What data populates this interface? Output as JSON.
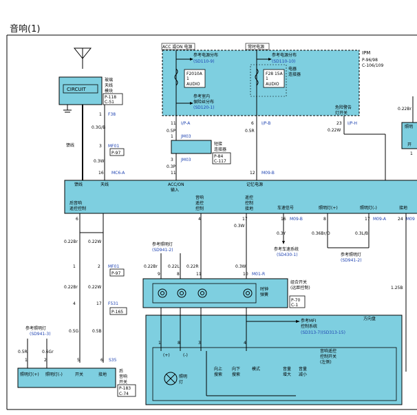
{
  "page": {
    "title": "音响(1)"
  },
  "colors": {
    "box_fill": "#7ecfe0",
    "wire": "#000000",
    "link_blue": "#1a3fb0",
    "sheet_border": "#000000"
  },
  "top": {
    "acc_on_power": "ACC 或ON 电源",
    "always_power": "常时电源",
    "ref_power_dist_1": "参考电源分布",
    "ref_power_dist_1_code": "(SD110-9)",
    "ref_power_dist_2": "参考电源分布",
    "ref_power_dist_2_code": "(SD110-10)",
    "ref_indoor_fuse": "参考室内",
    "ref_indoor_fuse_2": "保险丝分布",
    "ref_indoor_fuse_code": "(SD120-1)",
    "fuse_1_id": "F2010A",
    "fuse_1_amp": "1",
    "fuse_1_label": "AUDIO",
    "fuse_2_id": "F28 15A",
    "fuse_2_amp": "1",
    "fuse_2_label": "AUDIO",
    "elec_connector": "电器",
    "elec_connector_2": "连接器",
    "ipm_label": "IPM",
    "ipm_code_1": "P-96/98",
    "ipm_code_2": "C-106/109",
    "hazard_label_1": "危险警告",
    "hazard_label_2": "灯开关"
  },
  "antenna": {
    "module_label": "CIRCUIT",
    "module_desc_1": "玻璃",
    "module_desc_2": "天线",
    "module_desc_3": "模块",
    "module_code_1": "P-118",
    "module_code_2": "C-51",
    "pin_1": "1",
    "conn_f38": "F38",
    "wire_1": "0.3G/B",
    "pin_3": "3",
    "conn_mf01": "MF01",
    "conn_p97": "P-97",
    "wire_2": "0.3W",
    "shield_label": "馈线",
    "pin_16": "16",
    "conn_mc6a": "MC6-A"
  },
  "jm": {
    "pin_11": "11",
    "conn_ipa": "I/P-A",
    "wire_05p": "0.5P",
    "pin_1": "1",
    "conn_jm03": "JM03",
    "short_conn_1": "短接",
    "short_conn_2": "连接器",
    "short_code_1": "P-84",
    "short_code_2": "C-117",
    "pin_3": "3",
    "conn_jm03_b": "JM03",
    "wire_03p": "0.3P",
    "pin_11b": "11",
    "pin_6": "6",
    "conn_ipb": "I/P-B",
    "wire_05r": "0.5R",
    "pin_12": "12",
    "conn_m09b": "M09-B",
    "pin_23": "23",
    "conn_iph": "I/P-H",
    "wire_022w": "0.22W"
  },
  "right_edge": {
    "wire_022br": "0.22Br",
    "pin_1": "1",
    "label_1": "照明",
    "label_2": "开"
  },
  "head_unit": {
    "pins_top": [
      "馈线",
      "天线",
      "ACC/ON",
      "输入",
      "记忆电源"
    ],
    "label_rear_1": "后音响",
    "label_rear_2": "遥控控制",
    "label_audio_1": "音响",
    "label_audio_2": "遥控",
    "label_audio_3": "控制",
    "label_remote_1": "遥控",
    "label_remote_2": "控制",
    "label_remote_3": "接地",
    "label_speed": "车速信号",
    "label_light_p": "照明灯(+)",
    "label_light_n": "照明灯(-)",
    "label_gnd": "接地",
    "pin_6": "6",
    "pin_4": "4",
    "pin_17": "17",
    "pin_16": "16",
    "conn_m09b": "M09-B",
    "pin_8": "8",
    "pin_17b": "17",
    "conn_m09a": "M09-A",
    "pin_24": "24",
    "conn_m09": "M09"
  },
  "mid": {
    "wire_03w_a": "0.3W",
    "wire_03y": "0.3Y",
    "wire_036bro": "0.36Br/O",
    "wire_03lb": "0.3L/B",
    "ref_speed": "参考车速系统",
    "ref_speed_code": "(SD430-1)",
    "ref_light_b": "参考照明灯",
    "ref_light_b_code": "(SD941-2)",
    "ref_light_a": "参考照明灯",
    "ref_light_a_code": "(SD941-2)",
    "wire_022br_l": "0.22Br",
    "wire_022w_l": "0.22W",
    "pin_1l": "1",
    "pin_2l": "2",
    "conn_mf01": "MF01",
    "conn_p97": "P-97",
    "wire_022br_2": "0.22Br",
    "wire_022w_2": "0.22W",
    "pin_4l": "4",
    "pin_17l": "17",
    "conn_f531": "F531",
    "conn_p165": "P-165",
    "wire_05g": "0.5G",
    "wire_05b": "0.5B",
    "clock_wires": [
      "0.22Br",
      "0.22L",
      "0.22R",
      "0.3W"
    ],
    "clock_pins": [
      "9",
      "8",
      "11",
      "10"
    ],
    "conn_m01r": "M01-R",
    "combo_switch_1": "组合开关",
    "combo_switch_2": "(远距控制)",
    "clock_spring_1": "时钟",
    "clock_spring_2": "弹簧",
    "combo_code_1": "P-70",
    "combo_code_2": "C-1",
    "wire_125b": "1.25B"
  },
  "steering": {
    "ref_mfi": "参考MFI",
    "ref_mfi_2": "控制系统",
    "ref_mfi_code": "(SD313-7)(SD313-15)",
    "label": "方向盘",
    "pins": [
      "1",
      "8",
      "3",
      "4"
    ],
    "sw_plus": "(+)",
    "sw_minus": "(-)",
    "lamp_1": "照明",
    "lamp_2": "灯",
    "btn_up_1": "向上",
    "btn_up_2": "搜索",
    "btn_down_1": "向下",
    "btn_down_2": "搜索",
    "btn_mode": "模式",
    "btn_vol_up_1": "音量",
    "btn_vol_up_2": "增大",
    "btn_vol_dn_1": "音量",
    "btn_vol_dn_2": "减小",
    "remote_sw_1": "音响遥控",
    "remote_sw_2": "控制开关",
    "remote_sw_3": "(左侧)"
  },
  "bottom_left": {
    "ref_light": "参考照明灯",
    "ref_light_code": "(SD941-3)",
    "wire_05r": "0.5R",
    "wire_06gr": "0.6Gr",
    "pin_1": "1",
    "pin_2": "2",
    "pin_5": "5",
    "pin_6": "6",
    "conn_s35": "S35",
    "labels": [
      "照明灯(+)",
      "照明灯(-)",
      "开关",
      "接地"
    ],
    "rear_sw_1": "后",
    "rear_sw_2": "音响",
    "rear_sw_3": "开关",
    "rear_code_1": "P-183",
    "rear_code_2": "C-74"
  }
}
